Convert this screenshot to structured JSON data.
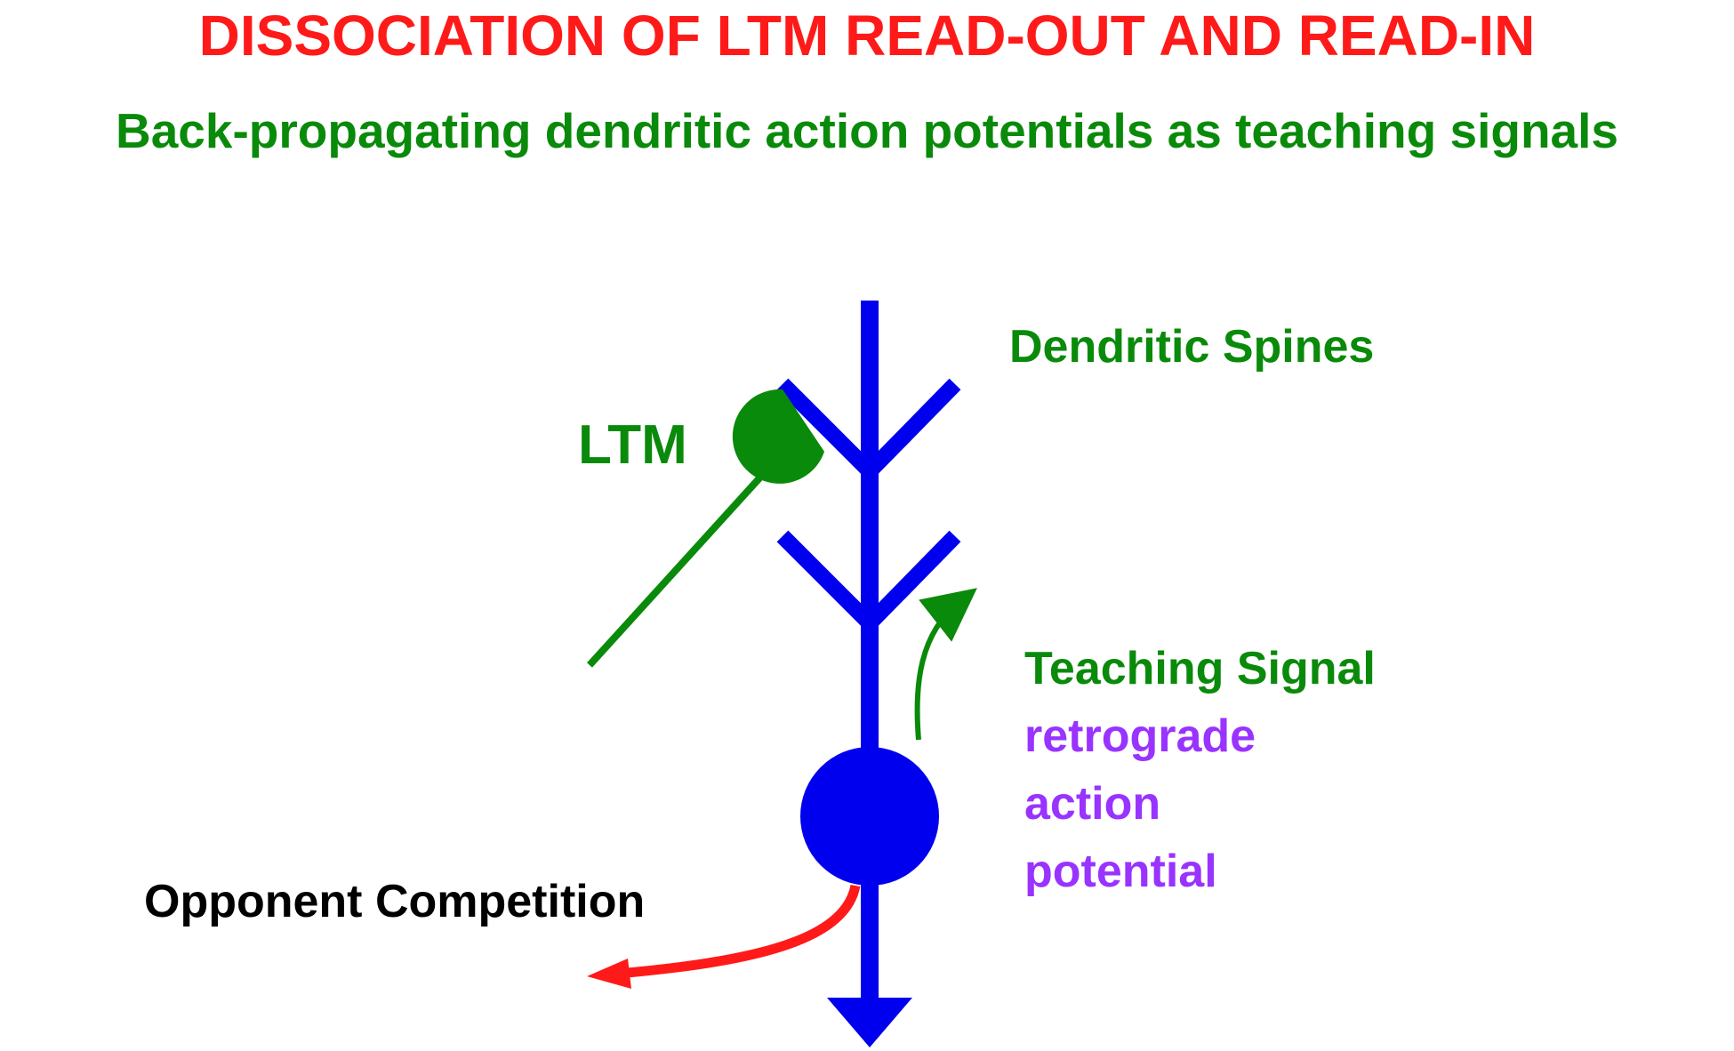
{
  "header": {
    "title": "DISSOCIATION OF LTM READ-OUT AND READ-IN",
    "subtitle": "Back-propagating dendritic action potentials as teaching signals"
  },
  "labels": {
    "dendritic_spines": "Dendritic Spines",
    "ltm": "LTM",
    "teaching_signal": "Teaching Signal",
    "retrograde": "retrograde",
    "action": "action",
    "potential": "potential",
    "opponent_competition": "Opponent Competition"
  },
  "colors": {
    "title": "#ff1a1a",
    "green": "#0a8a0a",
    "neuron_blue": "#0000ee",
    "purple": "#9933ff",
    "black": "#000000",
    "competition_red": "#ff1a1a"
  }
}
